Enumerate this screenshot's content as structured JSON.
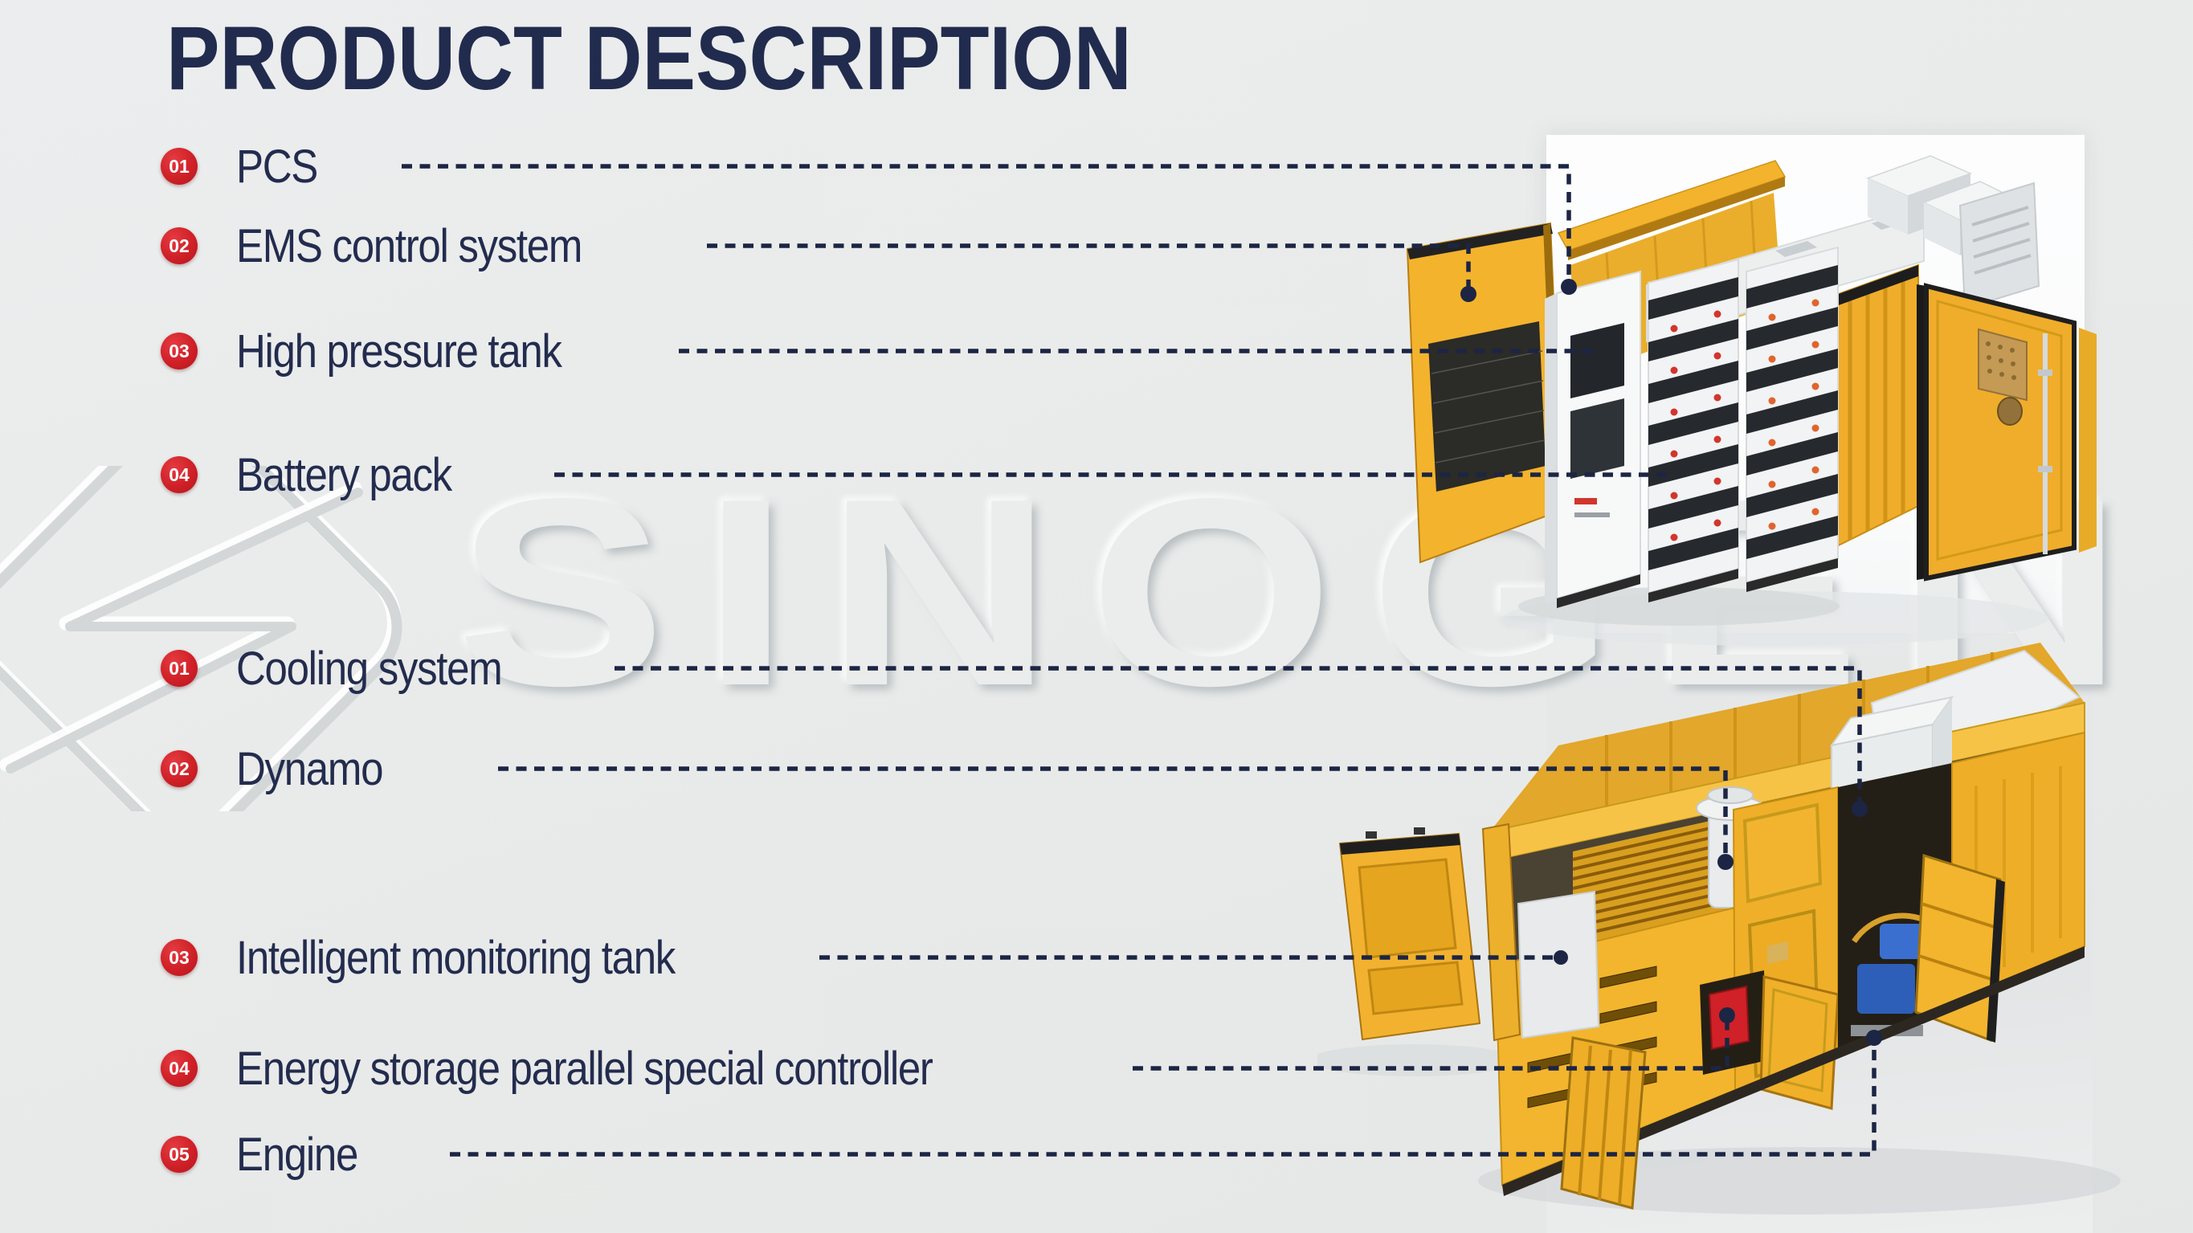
{
  "title": "PRODUCT DESCRIPTION",
  "watermark": "SINOGEN",
  "colors": {
    "background": "#e9ebea",
    "title_navy": "#212b4e",
    "label_navy": "#232c4e",
    "leader_line": "#1c2544",
    "badge_red": "#cf2027",
    "container_yellow": "#f0ad2b",
    "photo_white": "#fbfcfc"
  },
  "illustrations": {
    "top": "battery-energy-storage-container",
    "bottom": "diesel-generator-container"
  },
  "groups": [
    {
      "id": "storage-container-callouts",
      "items": [
        {
          "num": "01",
          "label": "PCS"
        },
        {
          "num": "02",
          "label": "EMS control system"
        },
        {
          "num": "03",
          "label": "High pressure tank"
        },
        {
          "num": "04",
          "label": "Battery pack"
        }
      ]
    },
    {
      "id": "generator-container-callouts",
      "items": [
        {
          "num": "01",
          "label": "Cooling system"
        },
        {
          "num": "02",
          "label": "Dynamo"
        },
        {
          "num": "03",
          "label": "Intelligent monitoring tank"
        },
        {
          "num": "04",
          "label": "Energy storage parallel special controller"
        },
        {
          "num": "05",
          "label": "Engine"
        }
      ]
    }
  ]
}
